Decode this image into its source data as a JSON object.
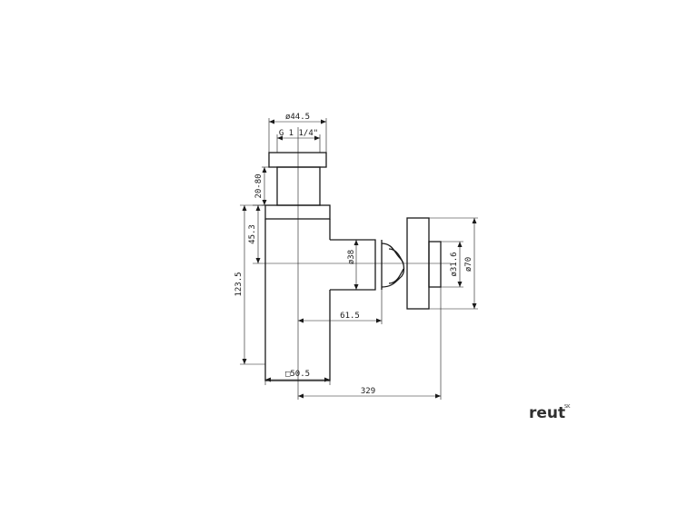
{
  "dimensions": {
    "top_diameter": "ø44.5",
    "thread": "G 1 1/4\"",
    "height_adjust": "20-80",
    "upper_height": "45.3",
    "total_height": "123.5",
    "body_square": "□50.5",
    "outlet_length": "61.5",
    "outlet_diameter": "ø38",
    "wall_pipe": "ø31.6",
    "flange_diameter": "ø70",
    "overall_depth": "329"
  },
  "brand": {
    "name": "reut",
    "mark": "SK"
  }
}
